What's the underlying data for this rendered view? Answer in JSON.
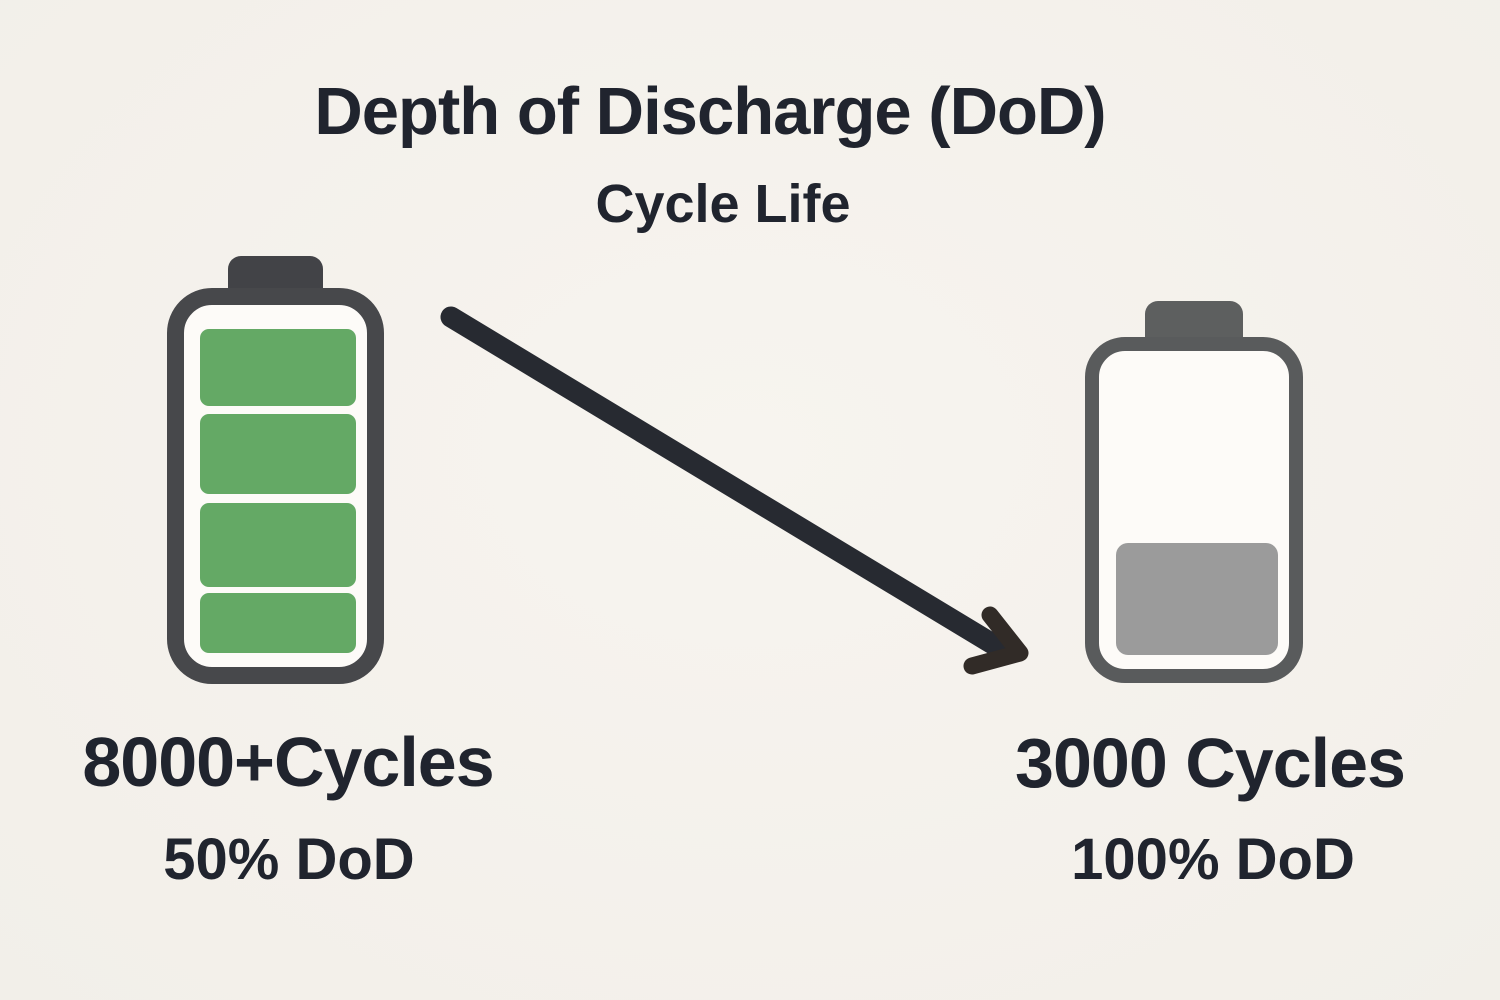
{
  "header": {
    "title": "Depth of Discharge (DoD)",
    "subtitle": "Cycle Life"
  },
  "left_battery": {
    "icon": "battery-full-icon",
    "charge_segments": 4,
    "label": "8000+Cycles",
    "sublabel": "50% DoD"
  },
  "right_battery": {
    "icon": "battery-low-icon",
    "charge_segments": 1,
    "label": "3000 Cycles",
    "sublabel": "100% DoD"
  },
  "arrow_icon": "downward-trend-arrow-icon",
  "colors": {
    "background": "#f7f4ef",
    "background_edge": "#f2efe9",
    "text": "#20242e",
    "battery_outline_left": "#47484b",
    "cap_left": "#424347",
    "battery_outline_right": "#595b5c",
    "cap_right": "#5d5f5f",
    "battery_interior": "#fdfbf8",
    "green_fill": "#64a965",
    "gray_fill": "#9b9b9b",
    "arrow_shaft": "#272a31",
    "arrow_head": "#312b27"
  }
}
